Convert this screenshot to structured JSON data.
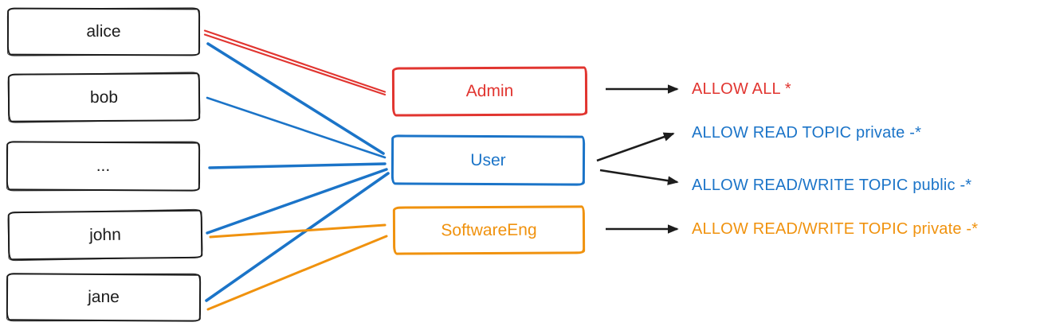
{
  "diagram": {
    "users": [
      {
        "id": "alice",
        "label": "alice"
      },
      {
        "id": "bob",
        "label": "bob"
      },
      {
        "id": "ellipsis",
        "label": "..."
      },
      {
        "id": "john",
        "label": "john"
      },
      {
        "id": "jane",
        "label": "jane"
      }
    ],
    "roles": [
      {
        "id": "admin",
        "label": "Admin",
        "color": "#e13530"
      },
      {
        "id": "user",
        "label": "User",
        "color": "#1b74c8"
      },
      {
        "id": "softwareeng",
        "label": "SoftwareEng",
        "color": "#f0920e"
      }
    ],
    "permissions": [
      {
        "text": "ALLOW ALL *",
        "color": "#e13530",
        "granted_to_role": "Admin"
      },
      {
        "text": "ALLOW READ TOPIC private -*",
        "color": "#1b74c8",
        "granted_to_role": "User"
      },
      {
        "text": "ALLOW READ/WRITE TOPIC public -*",
        "color": "#1b74c8",
        "granted_to_role": "User"
      },
      {
        "text": "ALLOW READ/WRITE TOPIC private -*",
        "color": "#f0920e",
        "granted_to_role": "SoftwareEng"
      }
    ],
    "user_role_edges": [
      {
        "from": "alice",
        "to": "Admin",
        "color": "#e13530"
      },
      {
        "from": "alice",
        "to": "User",
        "color": "#1b74c8"
      },
      {
        "from": "bob",
        "to": "User",
        "color": "#1b74c8"
      },
      {
        "from": "...",
        "to": "User",
        "color": "#1b74c8"
      },
      {
        "from": "john",
        "to": "User",
        "color": "#1b74c8"
      },
      {
        "from": "john",
        "to": "SoftwareEng",
        "color": "#f0920e"
      },
      {
        "from": "jane",
        "to": "User",
        "color": "#1b74c8"
      },
      {
        "from": "jane",
        "to": "SoftwareEng",
        "color": "#f0920e"
      }
    ]
  }
}
